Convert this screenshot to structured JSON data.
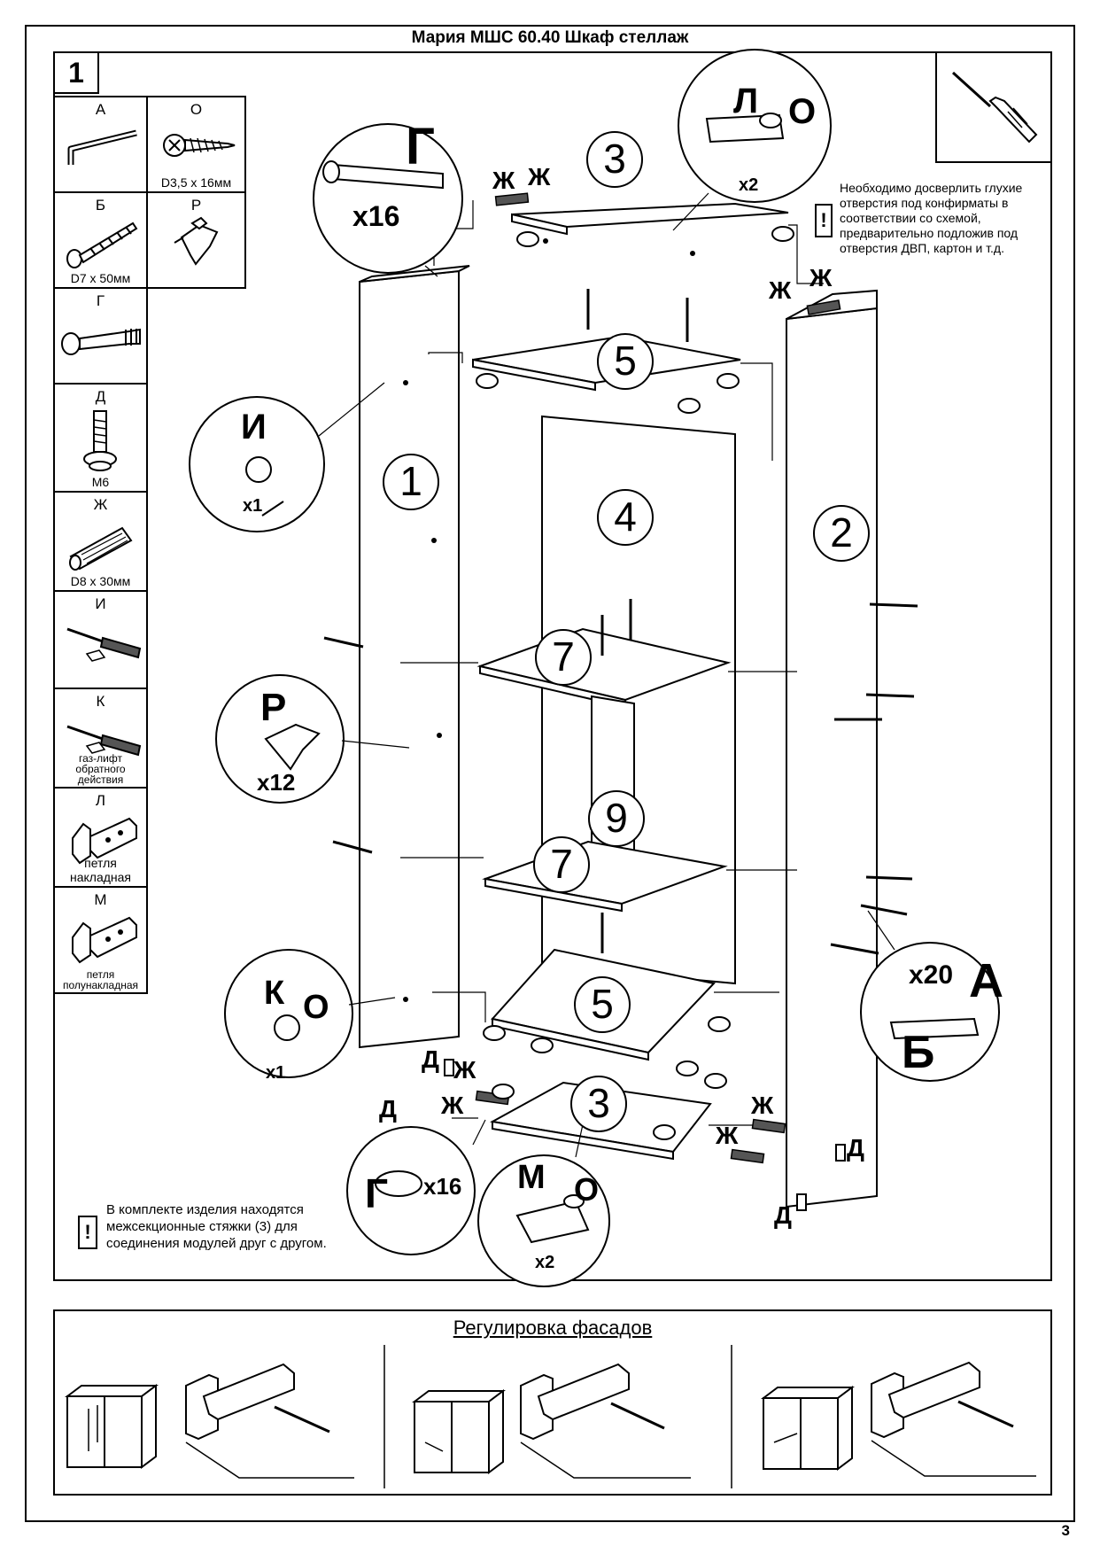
{
  "title": "Мария МШС 60.40 Шкаф стеллаж",
  "step_number": "1",
  "fittings": [
    {
      "letter": "А",
      "size": ""
    },
    {
      "letter": "О",
      "size": "D3,5 x 16мм"
    },
    {
      "letter": "Б",
      "size": "D7 x 50мм"
    },
    {
      "letter": "Р",
      "size": ""
    },
    {
      "letter": "Г",
      "size": ""
    },
    {
      "letter": "Д",
      "size": "М6"
    },
    {
      "letter": "Ж",
      "size": "D8 x 30мм"
    },
    {
      "letter": "И",
      "size": ""
    },
    {
      "letter": "К",
      "size": "газ-лифт обратного действия"
    },
    {
      "letter": "Л",
      "size": "петля накладная"
    },
    {
      "letter": "М",
      "size": "петля полунакладная"
    }
  ],
  "notes": {
    "drill": "Необходимо досверлить глухие отверстия под конфирматы в соответствии со схемой, предварительно подложив под отверстия ДВП, картон и т.д.",
    "kit": "В комплекте изделия находятся межсекционные стяжки (3) для соединения модулей друг с другом.",
    "excl": "!"
  },
  "callouts": {
    "g_top": {
      "letter": "Г",
      "qty": "x16"
    },
    "lo": {
      "l": "Л",
      "o": "О",
      "qty": "x2"
    },
    "i": {
      "letter": "И",
      "qty": "x1"
    },
    "r": {
      "letter": "Р",
      "qty": "x12"
    },
    "ko": {
      "k": "К",
      "o": "О",
      "qty": "x1"
    },
    "ab": {
      "a": "А",
      "b": "Б",
      "qty": "x20"
    },
    "g_bottom": {
      "letter": "Г",
      "qty": "x16"
    },
    "mo": {
      "m": "М",
      "o": "О",
      "qty": "x2"
    }
  },
  "part_numbers": [
    "3",
    "5",
    "1",
    "4",
    "2",
    "7",
    "9",
    "7",
    "5",
    "3"
  ],
  "labels": {
    "zh": "Ж",
    "d": "Д"
  },
  "adjustment": {
    "title": "Регулировка фасадов"
  },
  "page_number": "3"
}
